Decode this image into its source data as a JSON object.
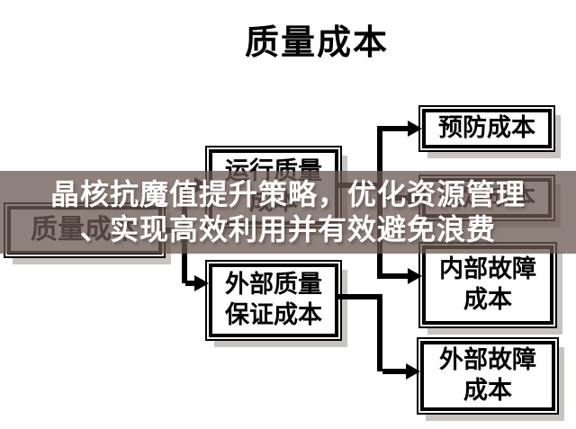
{
  "title": "质量成本",
  "boxes": {
    "root": {
      "label": "质量成本",
      "lines": [
        "质量成本"
      ]
    },
    "operating": {
      "label": "运行质量成本",
      "lines": [
        "运行质量",
        "成本"
      ]
    },
    "assurance": {
      "label": "外部质量保证成本",
      "lines": [
        "外部质量",
        "保证成本"
      ]
    },
    "prevention": {
      "label": "预防成本",
      "lines": [
        "预防成本"
      ]
    },
    "appraisal": {
      "label": "鉴定成本",
      "lines": [
        "鉴定成本"
      ]
    },
    "internal_failure": {
      "label": "内部故障成本",
      "lines": [
        "内部故障",
        "成本"
      ]
    },
    "external_failure": {
      "label": "外部故障成本",
      "lines": [
        "外部故障",
        "成本"
      ]
    }
  },
  "overlay": {
    "line1": "晶核抗魔值提升策略，优化资源管理",
    "line2": "、实现高效利用并有效避免浪费"
  },
  "colors": {
    "background": "#FFFFFF",
    "box_fill": "#FFFFFF",
    "box_border": "#000000",
    "connector": "#000000",
    "box_shadow": "#C8C4C1",
    "overlay_bg": "#6B5A51",
    "overlay_text": "#FFFFFF"
  }
}
